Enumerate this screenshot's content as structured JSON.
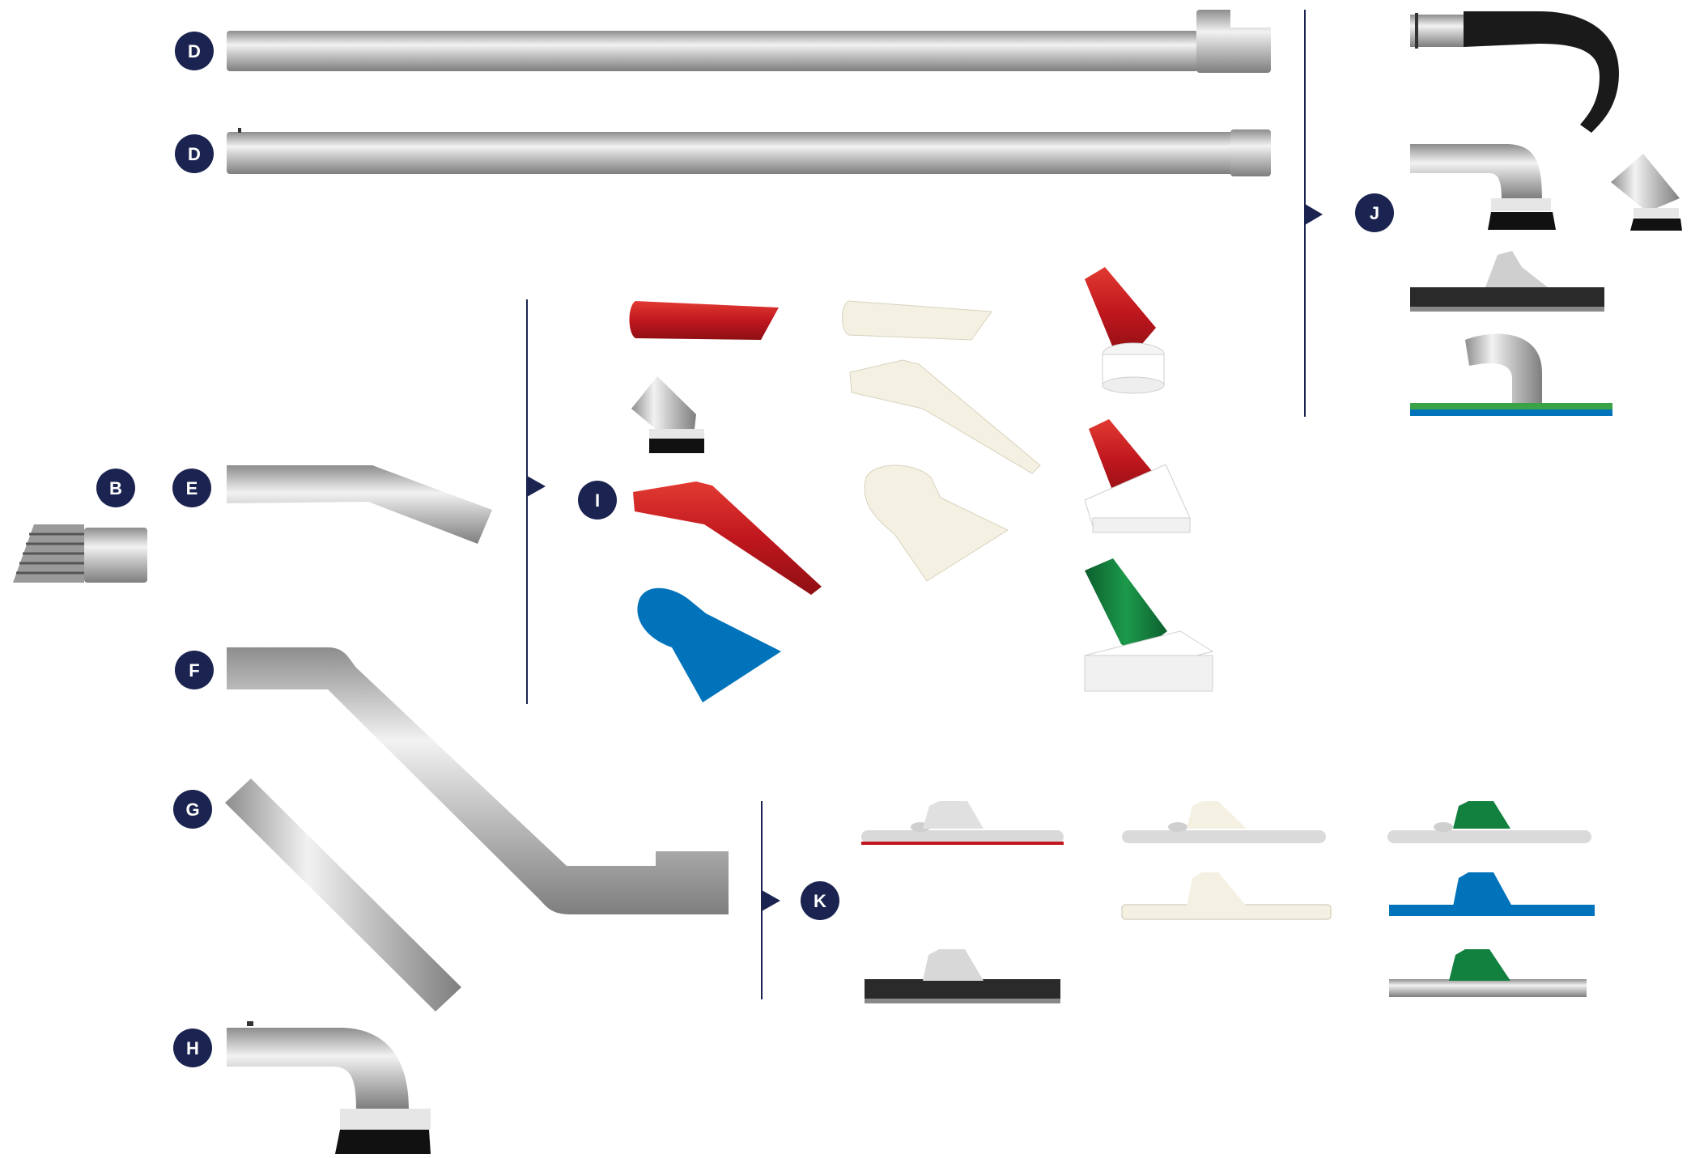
{
  "badges": {
    "b": "B",
    "d1": "D",
    "d2": "D",
    "e": "E",
    "f": "F",
    "g": "G",
    "h": "H",
    "i": "I",
    "j": "J",
    "k": "K"
  },
  "colors": {
    "badge": "#1b2450",
    "accent_red": "#c0171e",
    "accent_white": "#f4f1e3",
    "accent_blue": "#0073bb",
    "accent_green": "#12813f",
    "metal": "#c4c4c4",
    "rubber": "#1a1a1a"
  }
}
